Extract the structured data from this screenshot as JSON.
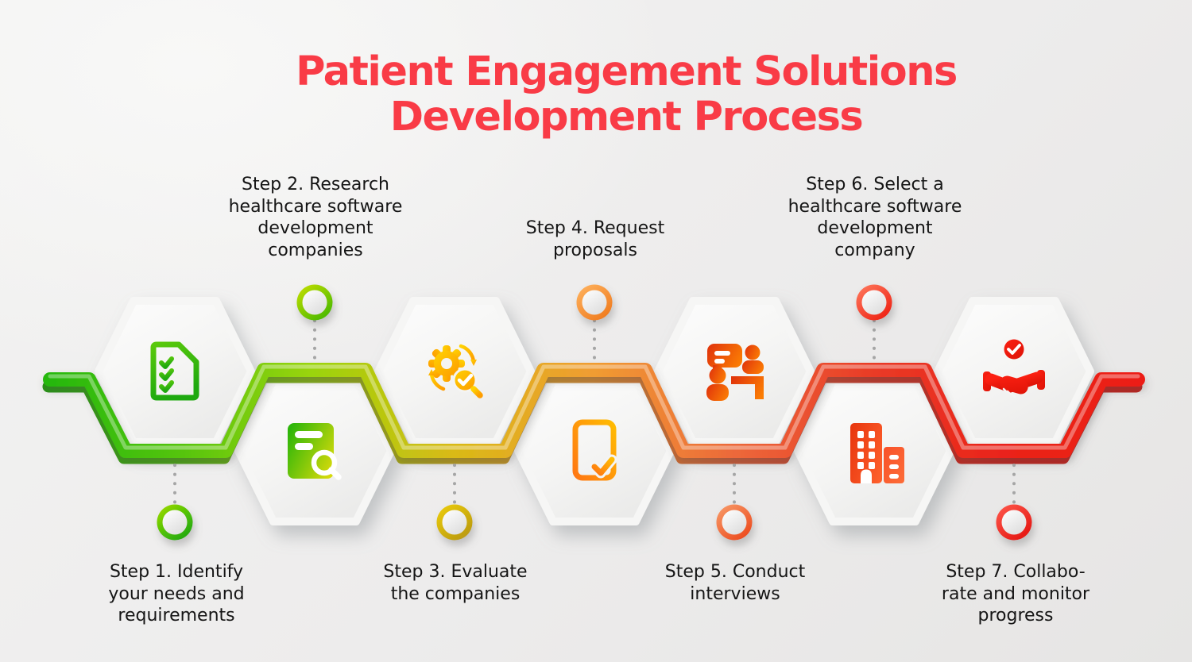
{
  "title": {
    "line1": "Patient Engagement Solutions",
    "line2": "Development Process",
    "color": "#f93b46"
  },
  "background_color": "#eeedec",
  "text_color": "#151515",
  "connector_dot_color": "#a5a5a5",
  "ribbon": {
    "gradient": [
      "#26b80b",
      "#55c40a",
      "#9ad40c",
      "#d9ba15",
      "#f09c32",
      "#ec683a",
      "#e93a26",
      "#ea2119",
      "#ec1f16"
    ]
  },
  "steps": [
    {
      "number": 1,
      "label": "Step 1. Identify your needs and requirements",
      "lines": [
        "Step 1. Identify",
        "your needs and",
        "requirements"
      ],
      "label_position": "below",
      "icon": "checklist-document-icon",
      "accent_color": "#2cb30a"
    },
    {
      "number": 2,
      "label": "Step 2. Research healthcare software development companies",
      "lines": [
        "Step 2. Research",
        "healthcare software",
        "development",
        "companies"
      ],
      "label_position": "above",
      "icon": "research-company-icon",
      "accent_color": "#7ecf0b"
    },
    {
      "number": 3,
      "label": "Step 3. Evaluate the companies",
      "lines": [
        "Step 3. Evaluate",
        "the companies"
      ],
      "label_position": "below",
      "icon": "evaluate-gear-icon",
      "accent_color": "#d4af14"
    },
    {
      "number": 4,
      "label": "Step 4. Request proposals",
      "lines": [
        "Step 4. Request",
        "proposals"
      ],
      "label_position": "above",
      "icon": "request-proposals-document-icon",
      "accent_color": "#f5921e"
    },
    {
      "number": 5,
      "label": "Step 5. Conduct interviews",
      "lines": [
        "Step 5. Conduct",
        "interviews"
      ],
      "label_position": "below",
      "icon": "conduct-interviews-icon",
      "accent_color": "#ed5a2a"
    },
    {
      "number": 6,
      "label": "Step 6. Select a healthcare software development company",
      "lines": [
        "Step 6. Select a",
        "healthcare software",
        "development",
        "company"
      ],
      "label_position": "above",
      "icon": "select-company-buildings-icon",
      "accent_color": "#ee3418"
    },
    {
      "number": 7,
      "label": "Step 7. Collaborate and monitor progress",
      "lines": [
        "Step 7. Collabo-",
        "rate and monitor",
        "progress"
      ],
      "label_position": "below",
      "icon": "handshake-collaboration-icon",
      "accent_color": "#e81a12"
    }
  ]
}
